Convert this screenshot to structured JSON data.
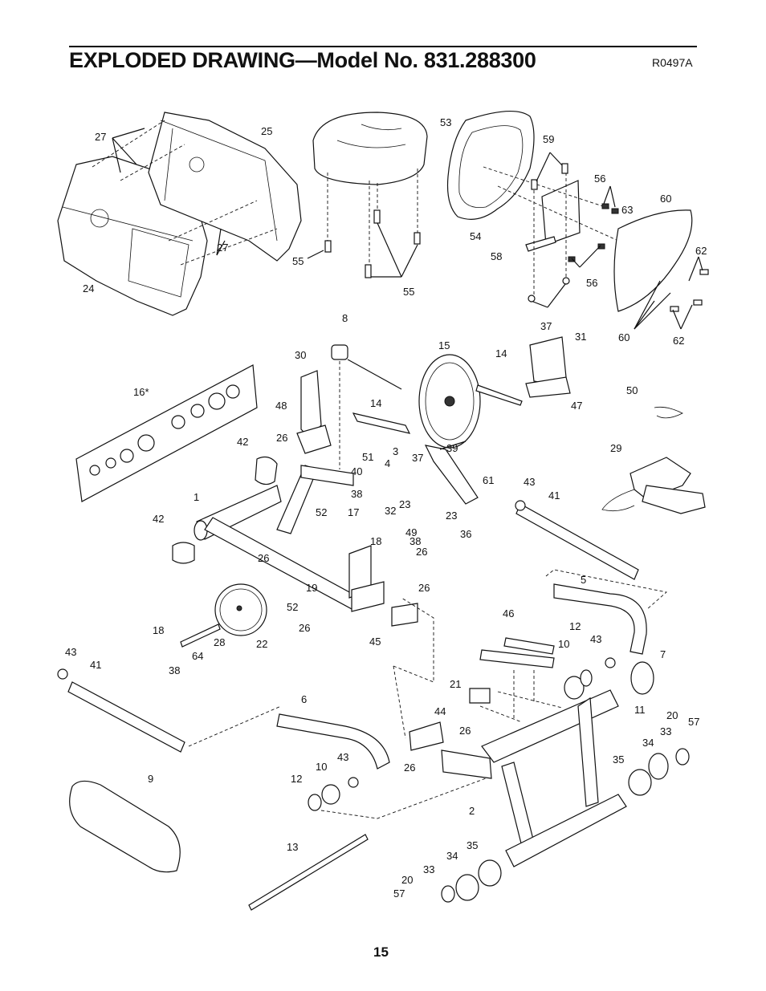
{
  "header": {
    "title": "EXPLODED DRAWING—Model No. 831.288300",
    "ref_code": "R0497A"
  },
  "footer": {
    "page_number": "15"
  },
  "part_labels": {
    "p1": "1",
    "p2": "2",
    "p3": "3",
    "p4": "4",
    "p5": "5",
    "p6": "6",
    "p7": "7",
    "p8": "8",
    "p9": "9",
    "p10a": "10",
    "p10b": "10",
    "p11": "11",
    "p12a": "12",
    "p12b": "12",
    "p13": "13",
    "p14a": "14",
    "p14b": "14",
    "p15": "15",
    "p16": "16*",
    "p17": "17",
    "p18a": "18",
    "p18b": "18",
    "p19": "19",
    "p20a": "20",
    "p20b": "20",
    "p21": "21",
    "p22": "22",
    "p23a": "23",
    "p23b": "23",
    "p24": "24",
    "p25": "25",
    "p26a": "26",
    "p26b": "26",
    "p26c": "26",
    "p26d": "26",
    "p26e": "26",
    "p26f": "26",
    "p26g": "26",
    "p27a": "27",
    "p27b": "27",
    "p28": "28",
    "p29": "29",
    "p30": "30",
    "p31": "31",
    "p32": "32",
    "p33a": "33",
    "p33b": "33",
    "p34a": "34",
    "p34b": "34",
    "p35a": "35",
    "p35b": "35",
    "p36": "36",
    "p37a": "37",
    "p37b": "37",
    "p38a": "38",
    "p38b": "38",
    "p38c": "38",
    "p39": "39",
    "p40": "40",
    "p41a": "41",
    "p41b": "41",
    "p42a": "42",
    "p42b": "42",
    "p43a": "43",
    "p43b": "43",
    "p43c": "43",
    "p43d": "43",
    "p44": "44",
    "p45": "45",
    "p46": "46",
    "p47": "47",
    "p48": "48",
    "p49": "49",
    "p50": "50",
    "p51": "51",
    "p52a": "52",
    "p52b": "52",
    "p53": "53",
    "p54": "54",
    "p55a": "55",
    "p55b": "55",
    "p56a": "56",
    "p56b": "56",
    "p57a": "57",
    "p57b": "57",
    "p58": "58",
    "p59": "59",
    "p60a": "60",
    "p60b": "60",
    "p61": "61",
    "p62a": "62",
    "p62b": "62",
    "p63": "63",
    "p64": "64"
  }
}
